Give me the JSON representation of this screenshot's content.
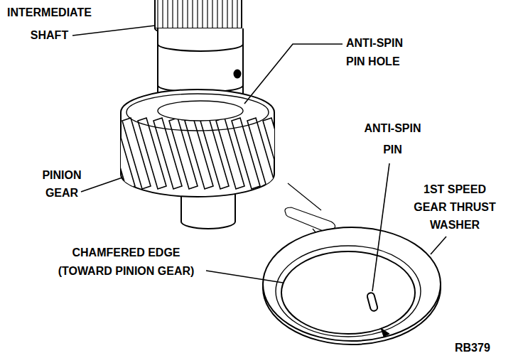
{
  "diagram": {
    "labels": [
      "INTERMEDIATE SHAFT",
      "ANTI-SPIN PIN HOLE",
      "ANTI-SPIN PIN",
      "PINION GEAR",
      "1ST SPEED GEAR THRUST WASHER",
      "CHAMFERED EDGE (TOWARD PINION GEAR)",
      "RB379"
    ]
  }
}
